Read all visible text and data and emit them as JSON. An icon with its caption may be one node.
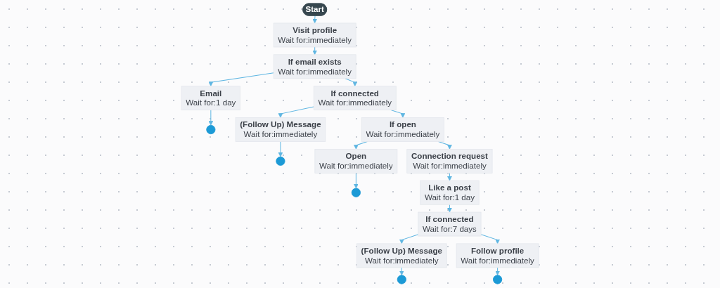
{
  "diagram": {
    "nodes": [
      {
        "text": [
          "Start"
        ]
      },
      {
        "text": [
          "Visit profile",
          "Wait for:immediately"
        ]
      },
      {
        "text": [
          "If email exists",
          "Wait for:immediately"
        ]
      },
      {
        "text": [
          "Email",
          "Wait for:1 day"
        ]
      },
      {
        "text": [],
        "shape": "circle"
      },
      {
        "text": [
          "If connected",
          "Wait for:immediately"
        ]
      },
      {
        "text": [
          "(Follow Up) Message",
          "Wait for:immediately"
        ]
      },
      {
        "text": [],
        "shape": "circle"
      },
      {
        "text": [
          "If open",
          "Wait for:immediately"
        ]
      },
      {
        "text": [
          "Open",
          "Wait for:immediately"
        ]
      },
      {
        "text": [],
        "shape": "circle"
      },
      {
        "text": [
          "Connection request",
          "Wait for:immediately"
        ]
      },
      {
        "text": [
          "Like a post",
          "Wait for:1 day"
        ]
      },
      {
        "text": [
          "If connected",
          "Wait for:7 days"
        ]
      },
      {
        "text": [
          "(Follow Up) Message",
          "Wait for:immediately"
        ]
      },
      {
        "text": [],
        "shape": "circle"
      },
      {
        "text": [
          "Follow profile",
          "Wait for:immediately"
        ]
      },
      {
        "text": [],
        "shape": "circle"
      }
    ],
    "edges": [
      {
        "from": 0,
        "to": 1,
        "arrow": "to"
      },
      {
        "from": 1,
        "to": 2,
        "arrow": "to"
      },
      {
        "from": 2,
        "to": 3,
        "arrow": "to"
      },
      {
        "from": 2,
        "to": 5,
        "arrow": "to"
      },
      {
        "from": 3,
        "to": 4,
        "arrow": "to"
      },
      {
        "from": 5,
        "to": 6,
        "arrow": "to"
      },
      {
        "from": 5,
        "to": 8,
        "arrow": "to"
      },
      {
        "from": 6,
        "to": 7,
        "arrow": "to"
      },
      {
        "from": 8,
        "to": 9,
        "arrow": "to"
      },
      {
        "from": 8,
        "to": 11,
        "arrow": "to"
      },
      {
        "from": 9,
        "to": 10,
        "arrow": "to"
      },
      {
        "from": 11,
        "to": 12,
        "arrow": "to"
      },
      {
        "from": 12,
        "to": 13,
        "arrow": "to"
      },
      {
        "from": 13,
        "to": 14,
        "arrow": "to"
      },
      {
        "from": 13,
        "to": 16,
        "arrow": "to"
      },
      {
        "from": 14,
        "to": 15,
        "arrow": "to"
      },
      {
        "from": 16,
        "to": 17,
        "arrow": "to"
      }
    ]
  }
}
